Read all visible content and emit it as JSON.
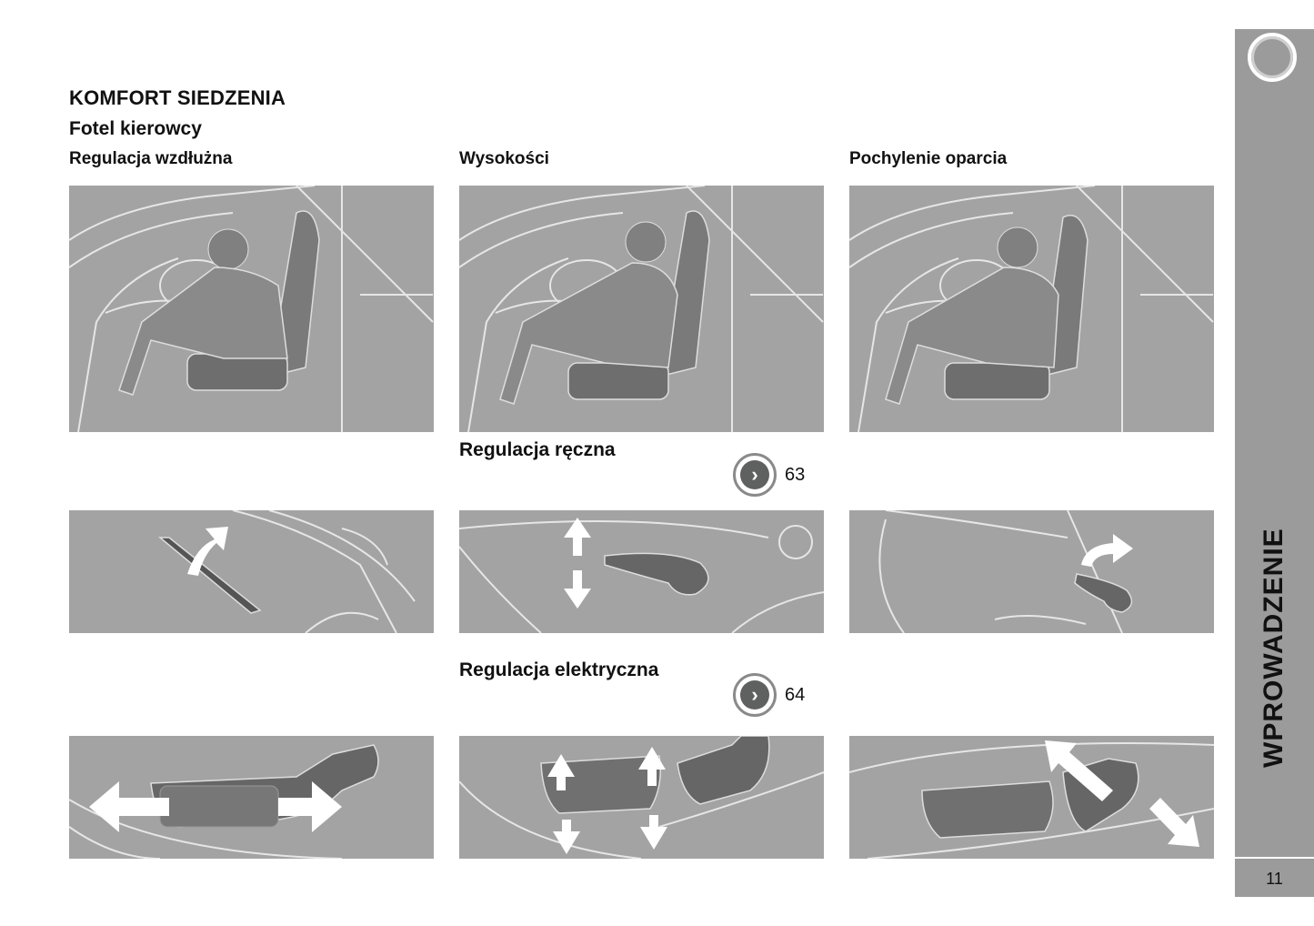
{
  "heading": "KOMFORT SIEDZENIA",
  "subheading": "Fotel kierowcy",
  "columns": [
    "Regulacja wzdłużna",
    "Wysokości",
    "Pochylenie oparcia"
  ],
  "manual": {
    "title": "Regulacja ręczna",
    "page_ref": "63"
  },
  "electric": {
    "title": "Regulacja elektryczna",
    "page_ref": "64"
  },
  "sidebar": {
    "section": "WPROWADZENIE",
    "page_number": "11"
  },
  "colors": {
    "panel": "#a3a3a3",
    "sidebar": "#9b9b9b",
    "seat": "#6a6a6a"
  }
}
